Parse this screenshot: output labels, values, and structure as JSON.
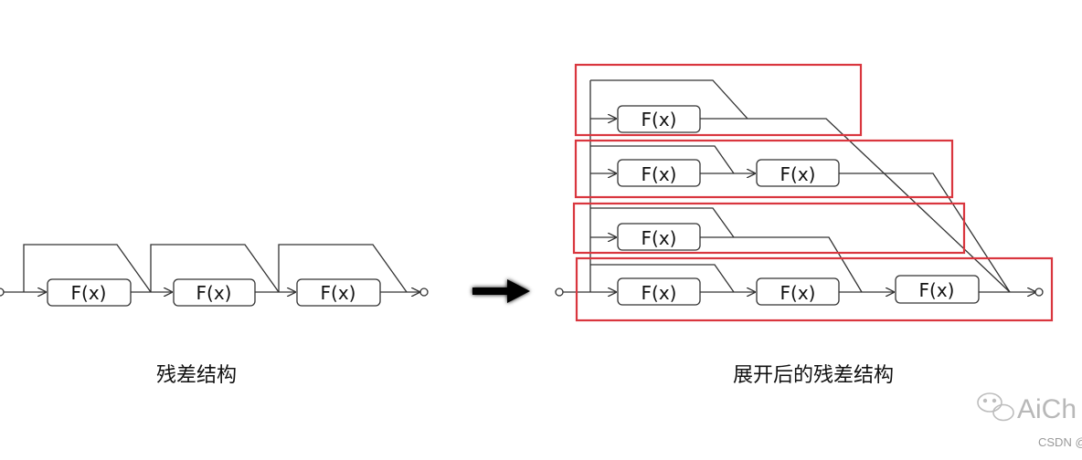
{
  "block_label": "F(x)",
  "left_diagram": {
    "caption": "残差结构"
  },
  "right_diagram": {
    "caption": "展开后的残差结构"
  },
  "watermark": {
    "brand": "AiCh",
    "source": "CSDN @"
  },
  "colors": {
    "line": "#333333",
    "box_border": "#333333",
    "highlight": "#d9363e",
    "arrow": "#000000"
  }
}
